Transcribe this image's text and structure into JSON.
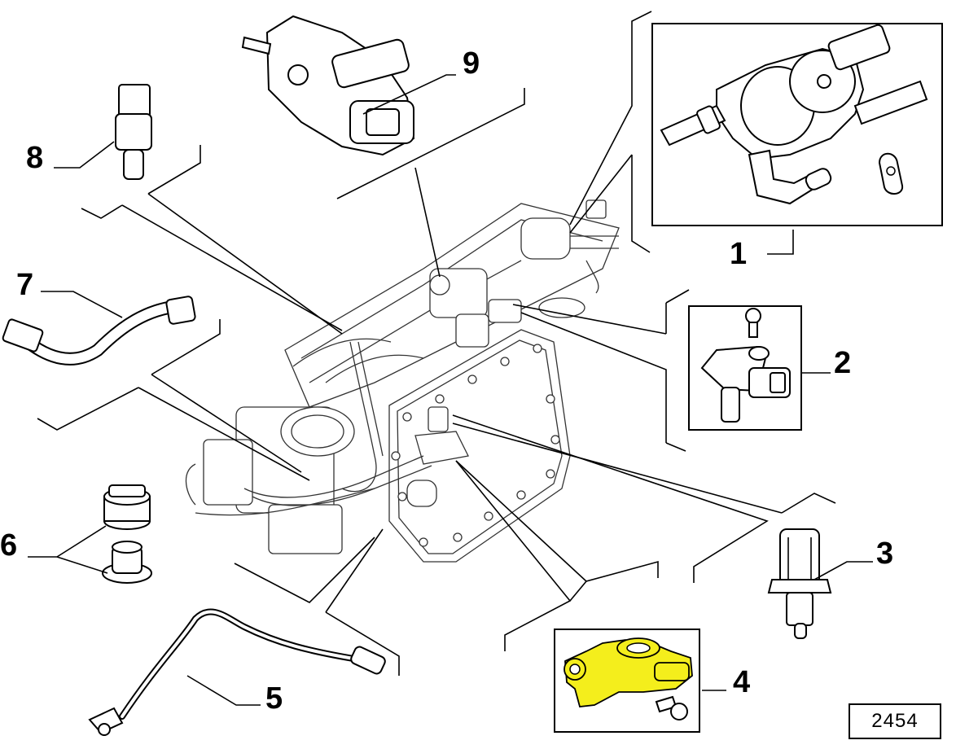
{
  "diagram": {
    "reference_number": "2454",
    "callouts": [
      "1",
      "2",
      "3",
      "4",
      "5",
      "6",
      "7",
      "8",
      "9"
    ],
    "highlight_color": "#f4ee1c",
    "highlighted_part": "4"
  }
}
